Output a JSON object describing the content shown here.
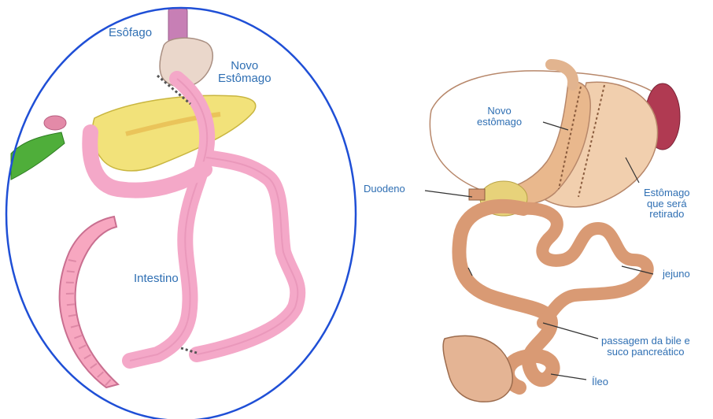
{
  "left_panel": {
    "labels": {
      "esofago": "Esôfago",
      "novo_estomago_line1": "Novo",
      "novo_estomago_line2": "Estômago",
      "intestino": "Intestino"
    },
    "colors": {
      "ellipse_border": "#1f4fd6",
      "intestine": "#f4a8c8",
      "pancreas": "#f2e27a",
      "gallbladder": "#4fae3a"
    }
  },
  "right_panel": {
    "labels": {
      "novo_estomago_line1": "Novo",
      "novo_estomago_line2": "estômago",
      "duodeno": "Duodeno",
      "estomago_retirado_line1": "Estômago",
      "estomago_retirado_line2": "que será",
      "estomago_retirado_line3": "retirado",
      "jejuno": "jejuno",
      "passagem_line1": "passagem da bile e",
      "passagem_line2": "suco pancreático",
      "ileo": "Íleo"
    },
    "colors": {
      "intestine": "#d99a74",
      "stomach": "#f1cfae",
      "spleen": "#b03a52",
      "label_text": "#2f6fb3"
    }
  }
}
